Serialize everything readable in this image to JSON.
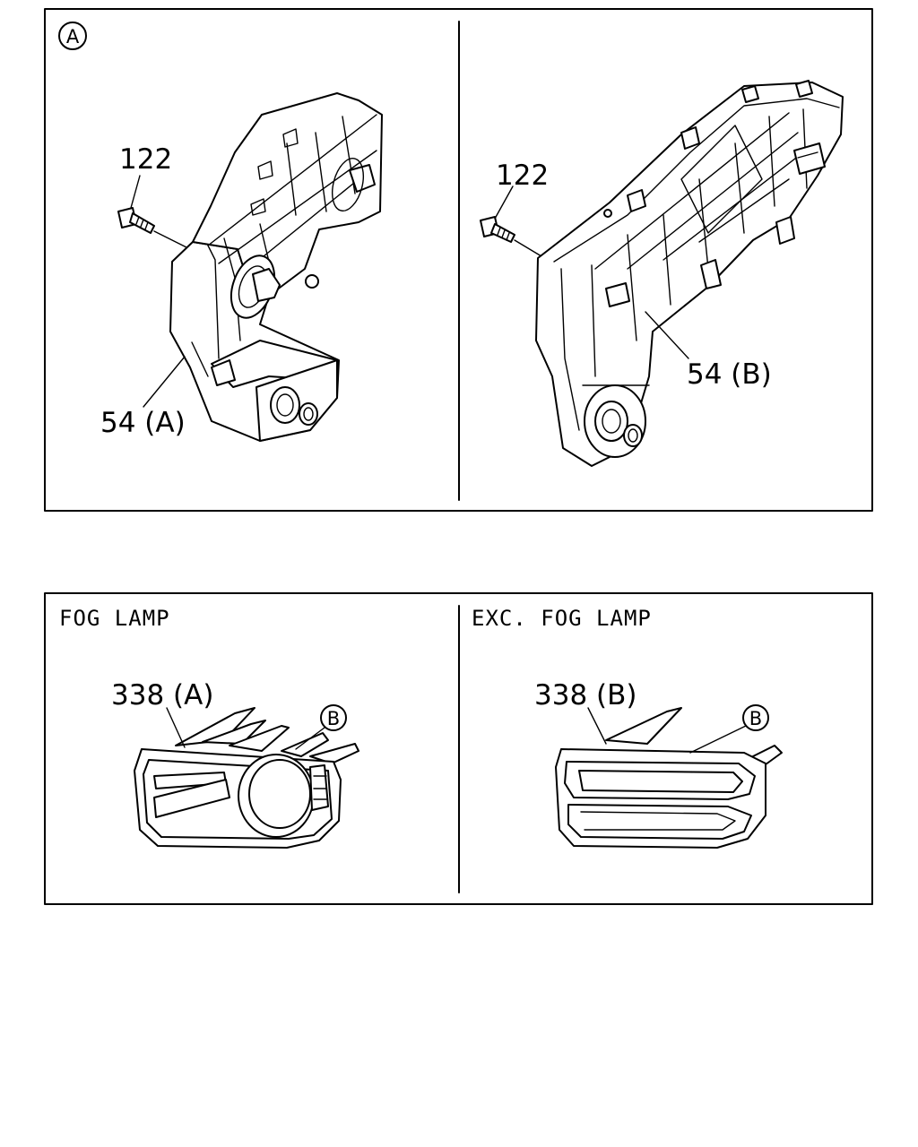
{
  "panels": {
    "top": {
      "view_marker": "A",
      "left": {
        "bolt_callout": "122",
        "bracket_callout": "54 (A)"
      },
      "right": {
        "bolt_callout": "122",
        "bracket_callout": "54 (B)"
      }
    },
    "bottom": {
      "left": {
        "header": "FOG  LAMP",
        "part_callout": "338 (A)",
        "view_marker": "B"
      },
      "right": {
        "header": "EXC. FOG  LAMP",
        "part_callout": "338 (B)",
        "view_marker": "B"
      }
    }
  }
}
